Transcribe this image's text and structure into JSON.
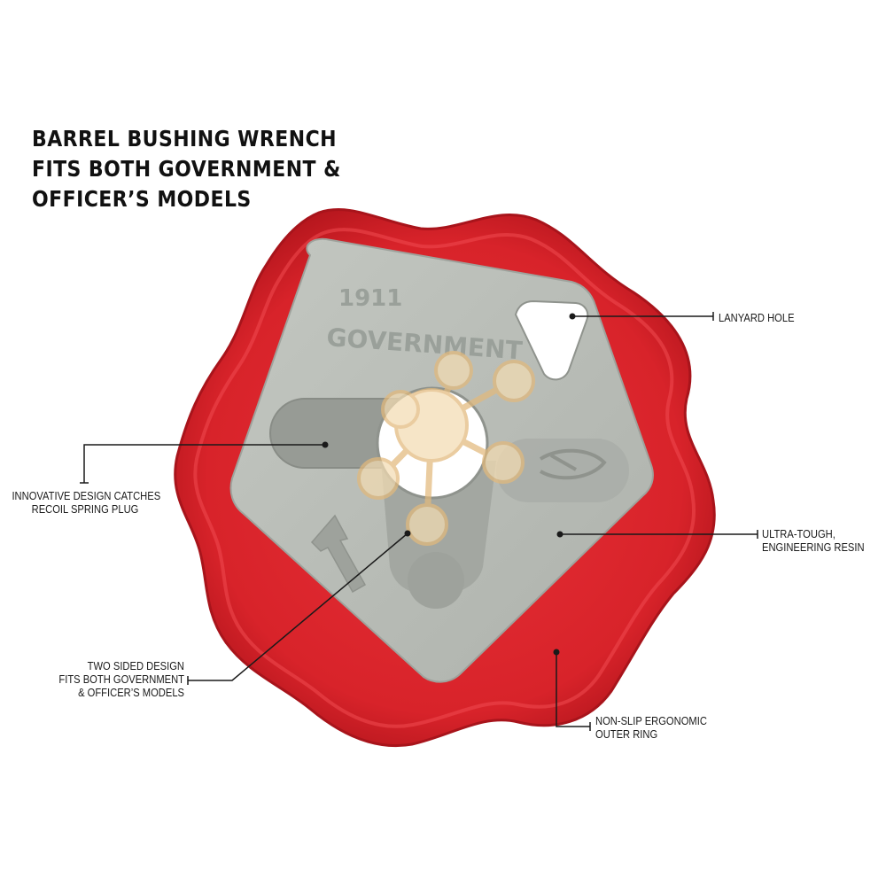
{
  "headline": {
    "line1": "BARREL BUSHING WRENCH",
    "line2": "FITS BOTH GOVERNMENT &",
    "line3": "OFFICER’S MODELS"
  },
  "product": {
    "model_number": "1911",
    "model_name": "GOVERNMENT"
  },
  "callouts": {
    "lanyard": {
      "line1": "LANYARD HOLE"
    },
    "recoil": {
      "line1": "INNOVATIVE DESIGN CATCHES",
      "line2": "RECOIL SPRING PLUG"
    },
    "resin": {
      "line1": "ULTRA-TOUGH,",
      "line2": "ENGINEERING RESIN"
    },
    "two_sided": {
      "line1": "TWO SIDED DESIGN",
      "line2": "FITS BOTH GOVERNMENT",
      "line3": "& OFFICER’S MODELS"
    },
    "ring": {
      "line1": "NON-SLIP ERGONOMIC",
      "line2": "OUTER RING"
    }
  },
  "colors": {
    "outer_ring": "#d8232a",
    "inner_plate": "#b9bdb7",
    "leader_line": "#1a1a1a",
    "watermark": "#e8cfa0"
  },
  "icons": {
    "direction_arrow": "arrow-icon",
    "brand_logo": "brand-logo-icon",
    "watermark": "molecule-watermark-icon"
  }
}
